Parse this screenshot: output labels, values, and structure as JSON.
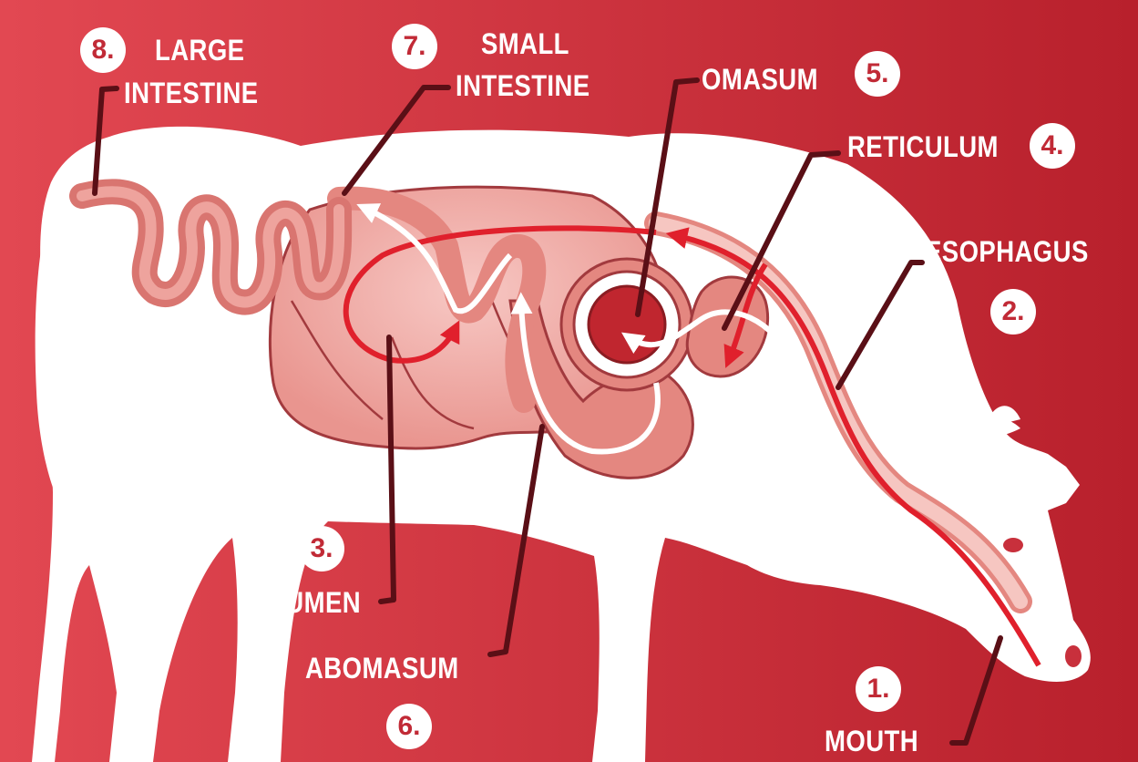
{
  "colors": {
    "background_left": "#e24852",
    "background_right": "#b8202c",
    "silhouette": "#ffffff",
    "leader_line": "#5a0f16",
    "flow_red": "#e0202c",
    "flow_white": "#ffffff"
  },
  "labels": {
    "mouth": {
      "number": "1.",
      "name": "MOUTH"
    },
    "esophagus": {
      "number": "2.",
      "name": "ESOPHAGUS"
    },
    "rumen": {
      "number": "3.",
      "name": "RUMEN"
    },
    "reticulum": {
      "number": "4.",
      "name": "RETICULUM"
    },
    "omasum": {
      "number": "5.",
      "name": "OMASUM"
    },
    "abomasum": {
      "number": "6.",
      "name": "ABOMASUM"
    },
    "small_intestine": {
      "number": "7.",
      "name_line1": "SMALL",
      "name_line2": "INTESTINE"
    },
    "large_intestine": {
      "number": "8.",
      "name_line1": "LARGE",
      "name_line2": "INTESTINE"
    }
  }
}
